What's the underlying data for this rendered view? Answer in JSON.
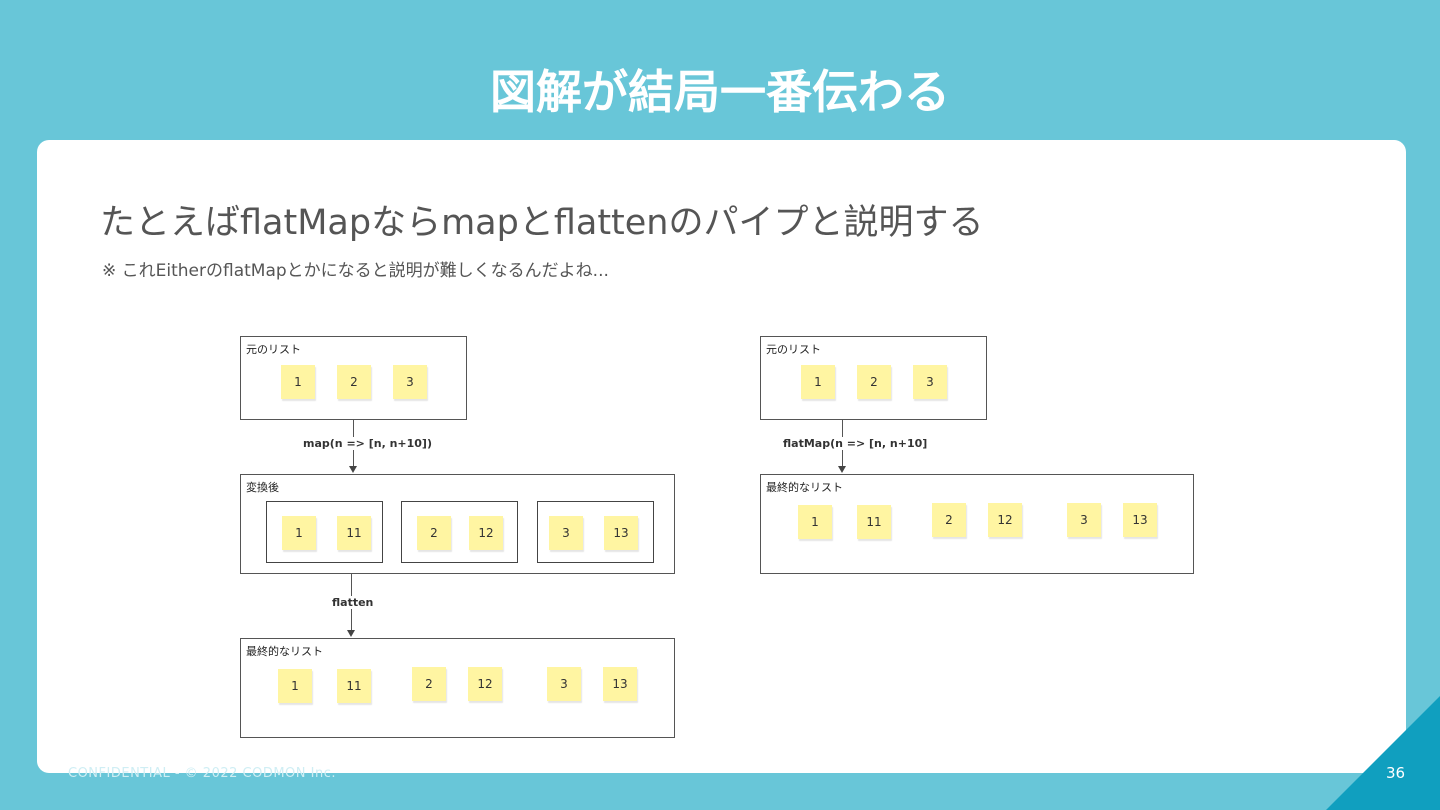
{
  "slide": {
    "title": "図解が結局一番伝わる",
    "heading": "たとえばflatMapならmapとflattenのパイプと説明する",
    "note": "※ これEitherのflatMapとかになると説明が難しくなるんだよね...",
    "footer": "CONFIDENTIAL - © 2022 CODMON Inc.",
    "page_number": "36"
  },
  "left_diagram": {
    "source": {
      "label": "元のリスト",
      "items": [
        "1",
        "2",
        "3"
      ]
    },
    "map_label": "map(n => [n, n+10])",
    "transformed": {
      "label": "変換後",
      "groups": [
        {
          "items": [
            "1",
            "11"
          ]
        },
        {
          "items": [
            "2",
            "12"
          ]
        },
        {
          "items": [
            "3",
            "13"
          ]
        }
      ]
    },
    "flatten_label": "flatten",
    "result": {
      "label": "最終的なリスト",
      "items": [
        "1",
        "11",
        "2",
        "12",
        "3",
        "13"
      ]
    }
  },
  "right_diagram": {
    "source": {
      "label": "元のリスト",
      "items": [
        "1",
        "2",
        "3"
      ]
    },
    "flatmap_label": "flatMap(n => [n, n+10]",
    "result": {
      "label": "最終的なリスト",
      "items": [
        "1",
        "11",
        "2",
        "12",
        "3",
        "13"
      ]
    }
  },
  "colors": {
    "background": "#68c6d8",
    "card": "#ffffff",
    "sticky_note": "#fff5a2",
    "corner_accent": "#109fbf"
  }
}
